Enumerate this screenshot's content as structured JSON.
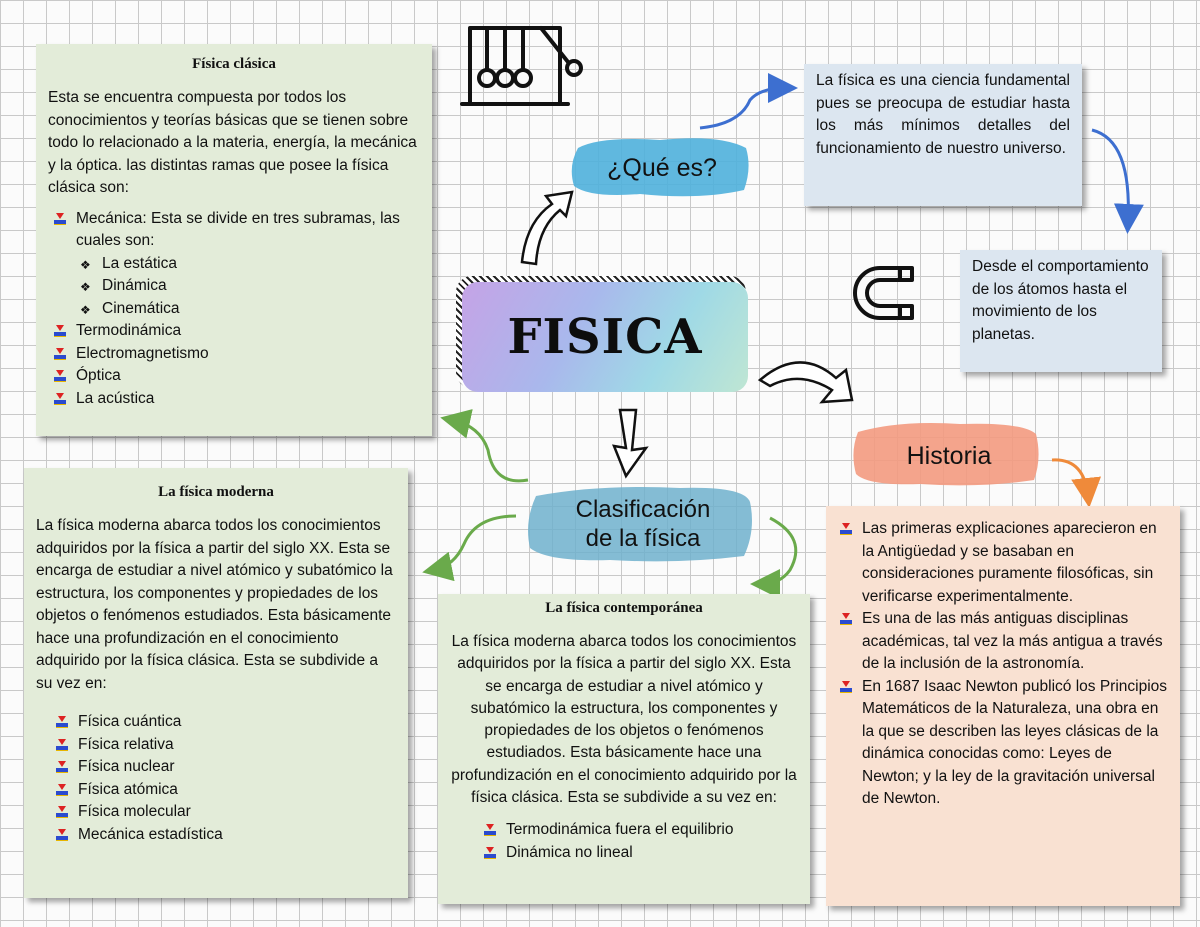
{
  "center": {
    "title": "FISICA"
  },
  "que_es": {
    "label": "¿Qué es?",
    "definition": "La física es una ciencia fundamental pues se preocupa de estudiar hasta los más mínimos detalles del funcionamiento de nuestro universo.",
    "scope": "Desde el comportamiento de los átomos hasta el movimiento de los planetas."
  },
  "clasificacion": {
    "label_line1": "Clasificación",
    "label_line2": "de la física"
  },
  "historia": {
    "label": "Historia",
    "items": [
      "Las primeras explicaciones aparecieron en la Antigüedad y se basaban en consideraciones puramente filosóficas, sin verificarse experimentalmente.",
      "Es una de las más antiguas disciplinas académicas, tal vez la más antigua a través de la inclusión de la astronomía.",
      "En 1687 Isaac Newton publicó los Principios Matemáticos de la Naturaleza, una obra en la que se describen las leyes clásicas de la dinámica conocidas como: Leyes de Newton; y la ley de la gravitación universal de Newton."
    ]
  },
  "clasica": {
    "title": "Física clásica",
    "intro": "Esta se encuentra compuesta por todos los conocimientos y teorías básicas que se tienen sobre todo lo relacionado a la materia, energía, la mecánica y la óptica. las distintas ramas que posee la física clásica son:",
    "mecanica": "Mecánica: Esta se divide en tres subramas, las cuales son:",
    "subramas": [
      "La estática",
      "Dinámica",
      "Cinemática"
    ],
    "ramas": [
      "Termodinámica",
      "Electromagnetismo",
      "Óptica",
      "La acústica"
    ]
  },
  "moderna": {
    "title": "La física moderna",
    "text": "La física moderna abarca todos los conocimientos adquiridos por la física a partir del siglo XX. Esta se encarga de estudiar a nivel atómico y subatómico la estructura, los componentes y propiedades de los objetos o fenómenos estudiados. Esta básicamente hace una profundización en el conocimiento adquirido por la física clásica. Esta se subdivide a su vez en:",
    "items": [
      "Física cuántica",
      "Física relativa",
      "Física nuclear",
      "Física atómica",
      "Física molecular",
      "Mecánica estadística"
    ]
  },
  "contemporanea": {
    "title": "La física contemporánea",
    "text": "La física moderna abarca todos los conocimientos adquiridos por la física a partir del siglo XX. Esta se encarga de estudiar a nivel atómico y subatómico la estructura, los componentes y propiedades de los objetos o fenómenos estudiados. Esta básicamente hace una profundización en el conocimiento adquirido por la física clásica. Esta se subdivide a su vez en:",
    "items": [
      "Termodinámica fuera el equilibrio",
      "Dinámica no lineal"
    ]
  },
  "colors": {
    "green_box": "#e3ecd9",
    "blue_box": "#dce6f0",
    "peach_box": "#f9e1d2",
    "arrow_blue": "#3d6fd0",
    "arrow_green": "#6aaa4b",
    "arrow_orange": "#ef8a3a"
  },
  "icons": [
    "newtons-cradle-icon",
    "magnet-icon"
  ]
}
